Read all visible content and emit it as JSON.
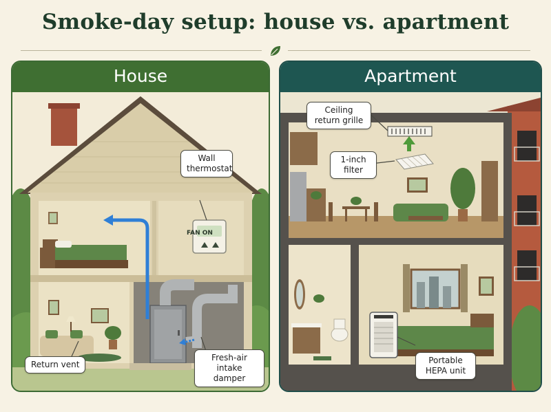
{
  "title": "Smoke-day setup: house vs. apartment",
  "house": {
    "heading": "House",
    "callouts": {
      "wall_thermostat": "Wall thermostat",
      "thermostat_display": "FAN ON",
      "return_vent": "Return vent",
      "fresh_air_damper": "Fresh-air intake damper"
    }
  },
  "apartment": {
    "heading": "Apartment",
    "callouts": {
      "ceiling_return_grille": "Ceiling return grille",
      "one_inch_filter": "1-inch filter",
      "portable_hepa_unit": "Portable HEPA unit"
    }
  },
  "colors": {
    "house_accent": "#3f6f32",
    "apartment_accent": "#1e5651",
    "airflow_arrow": "#2f7fd6",
    "filter_arrow": "#4f9a3a"
  }
}
